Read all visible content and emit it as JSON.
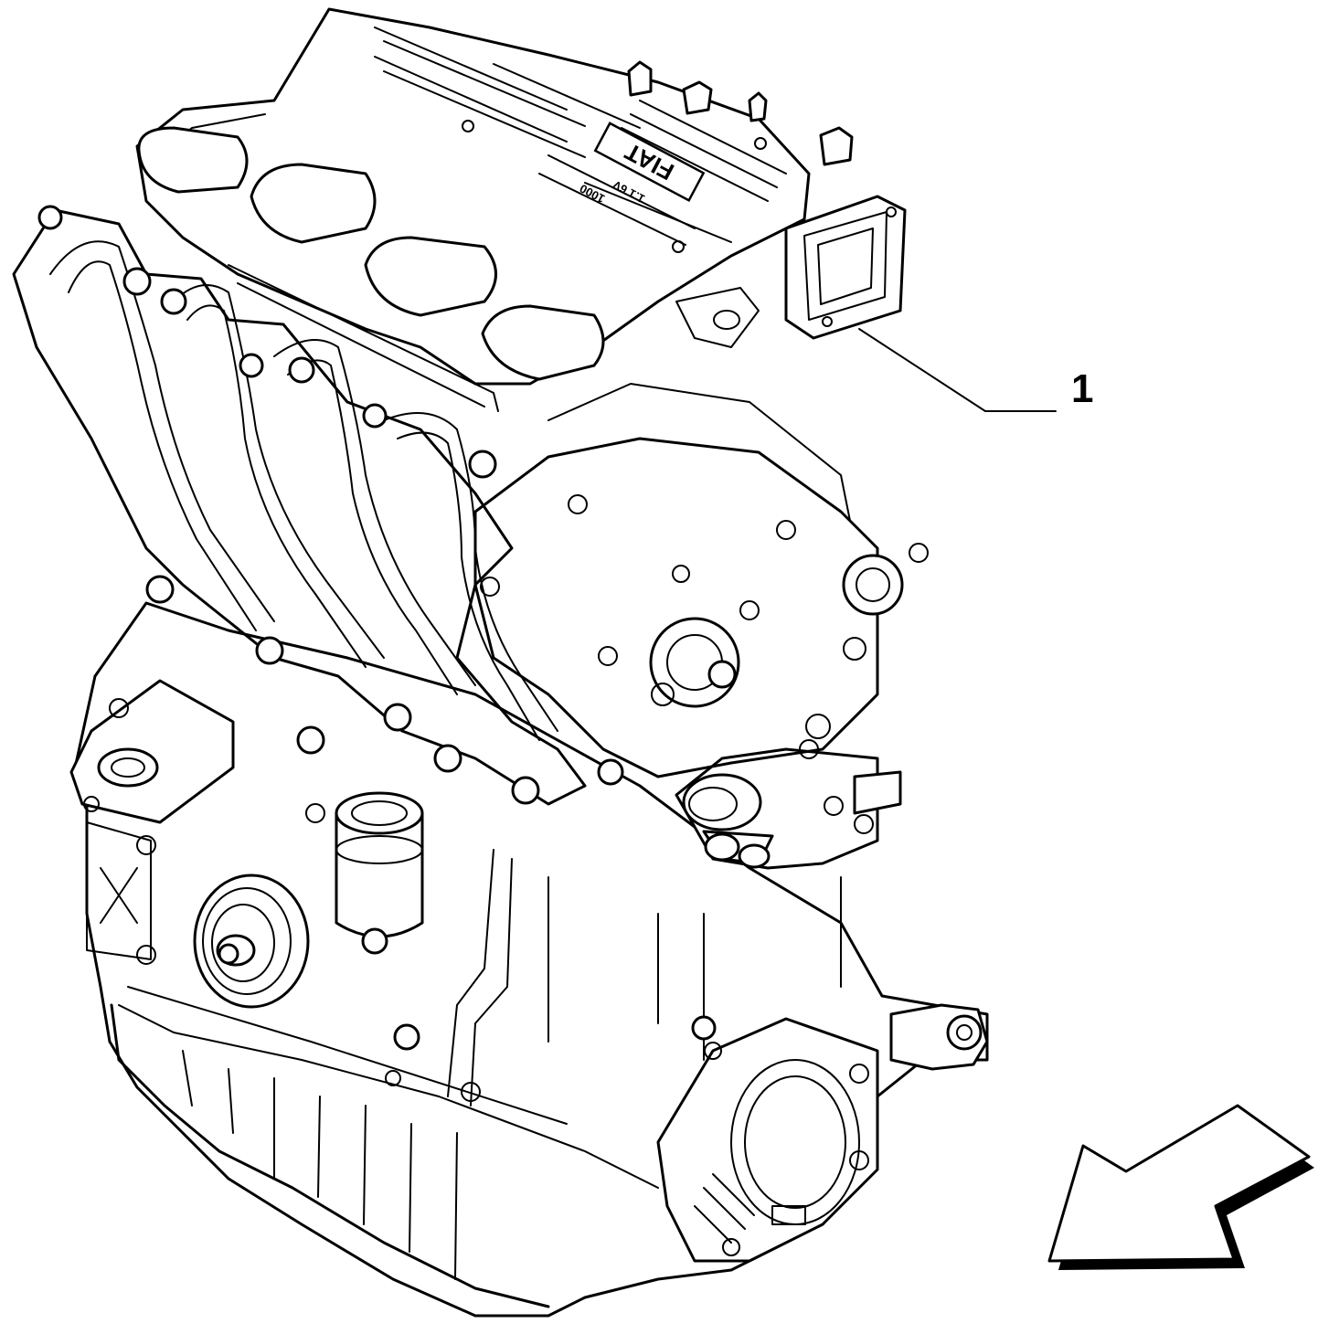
{
  "diagram": {
    "callouts": [
      {
        "id": "1",
        "label": "1"
      }
    ],
    "cover_marking": {
      "brand": "FIAT",
      "line1": "1.1 6V",
      "line2": "1000"
    },
    "direction_arrow": {
      "meaning": "front-direction-arrow",
      "points": "down-left"
    }
  }
}
